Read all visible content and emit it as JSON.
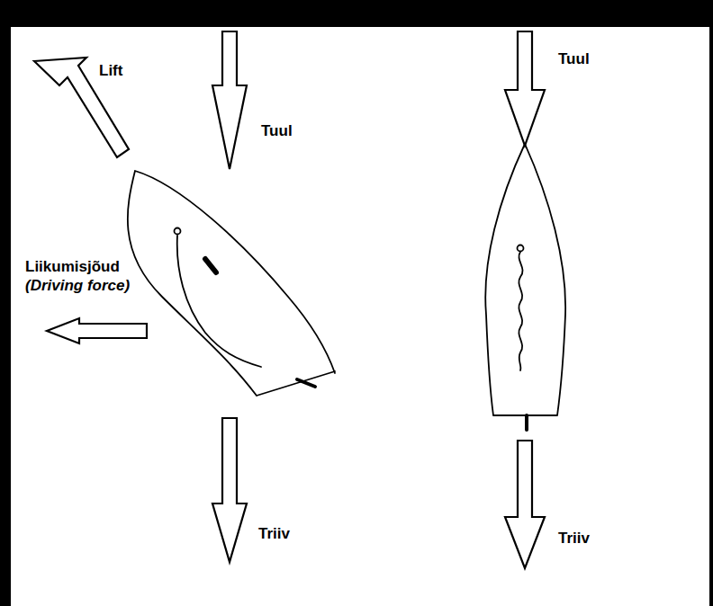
{
  "diagram": {
    "labels": [
      "Lift",
      "Tuul",
      "Liikumisjõud",
      "(Driving force)",
      "Triiv",
      "Tuul",
      "Triiv"
    ]
  }
}
